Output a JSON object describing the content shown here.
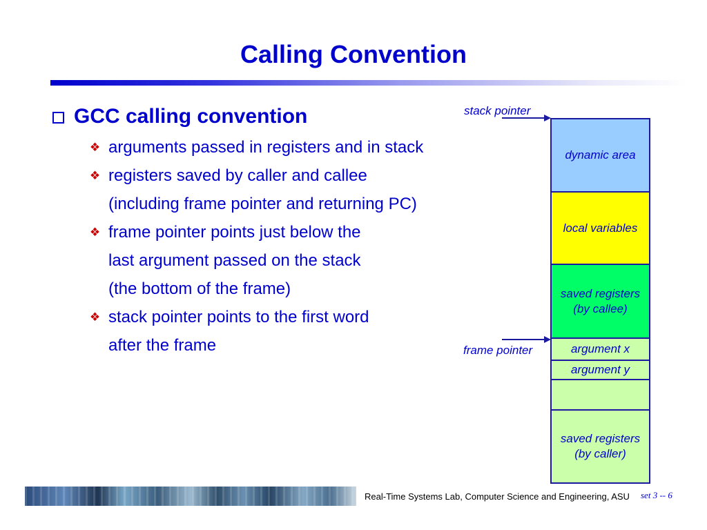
{
  "slide": {
    "title": "Calling Convention",
    "main_bullet": "GCC calling convention",
    "sub_bullets": [
      {
        "lines": [
          "arguments passed in registers and in stack"
        ]
      },
      {
        "lines": [
          "registers saved by caller and callee",
          "(including frame pointer and returning PC)"
        ]
      },
      {
        "lines": [
          "frame pointer points just below the",
          "last argument passed on the stack",
          "(the bottom of the frame)"
        ]
      },
      {
        "lines": [
          "stack pointer points to the first word",
          "after the frame"
        ]
      }
    ],
    "icons": {
      "main_bullet": "checkbox-icon",
      "sub_bullet": "diamond-bullet-icon"
    }
  },
  "diagram": {
    "stack_pointer_label": "stack pointer",
    "frame_pointer_label": "frame pointer",
    "cells": [
      {
        "lines": [
          "dynamic area"
        ],
        "color": "#99ccff"
      },
      {
        "lines": [
          "local variables"
        ],
        "color": "#ffff00"
      },
      {
        "lines": [
          "saved registers",
          "(by callee)"
        ],
        "color": "#00ff66"
      },
      {
        "lines": [
          "argument x"
        ],
        "color": "#ccffaa"
      },
      {
        "lines": [
          "argument y"
        ],
        "color": "#ccffaa"
      },
      {
        "lines": [
          ""
        ],
        "color": "#ccffaa"
      },
      {
        "lines": [
          "saved registers",
          "(by caller)"
        ],
        "color": "#ccffaa"
      }
    ],
    "border_color": "#1a1aa0",
    "text_color": "#0000cc"
  },
  "footer": {
    "lab_text": "Real-Time Systems Lab, Computer Science and Engineering, ASU",
    "page_number": "set 3 -- 6"
  }
}
